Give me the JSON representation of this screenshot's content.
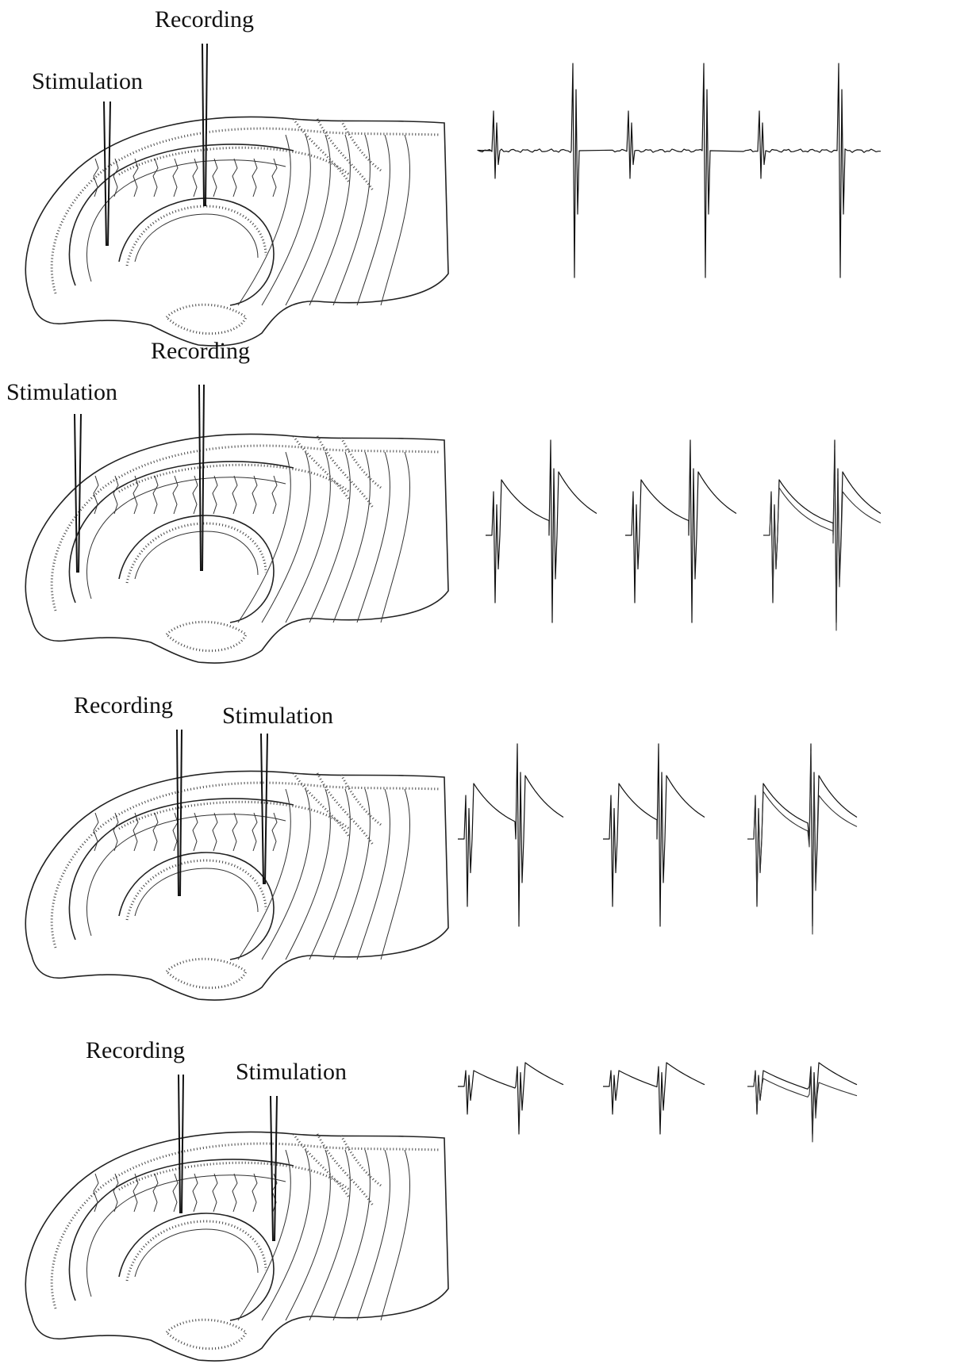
{
  "panels": [
    {
      "id": "panel-1",
      "recording_label": "Recording",
      "stimulation_label": "Stimulation",
      "trace_groups": [
        {
          "traces": 1,
          "pairs": 1
        },
        {
          "traces": 1,
          "pairs": 1
        },
        {
          "traces": 1,
          "pairs": 1
        }
      ]
    },
    {
      "id": "panel-2",
      "recording_label": "Recording",
      "stimulation_label": "Stimulation",
      "trace_groups": [
        {
          "traces": 1,
          "pairs": 1
        },
        {
          "traces": 1,
          "pairs": 1
        },
        {
          "traces": 2,
          "pairs": 1
        }
      ]
    },
    {
      "id": "panel-3",
      "recording_label": "Recording",
      "stimulation_label": "Stimulation",
      "trace_groups": [
        {
          "traces": 1,
          "pairs": 1
        },
        {
          "traces": 1,
          "pairs": 1
        },
        {
          "traces": 2,
          "pairs": 1
        }
      ]
    },
    {
      "id": "panel-4",
      "recording_label": "Recording",
      "stimulation_label": "Stimulation",
      "trace_groups": [
        {
          "traces": 1,
          "pairs": 1
        },
        {
          "traces": 1,
          "pairs": 1
        },
        {
          "traces": 2,
          "pairs": 1
        }
      ]
    }
  ]
}
